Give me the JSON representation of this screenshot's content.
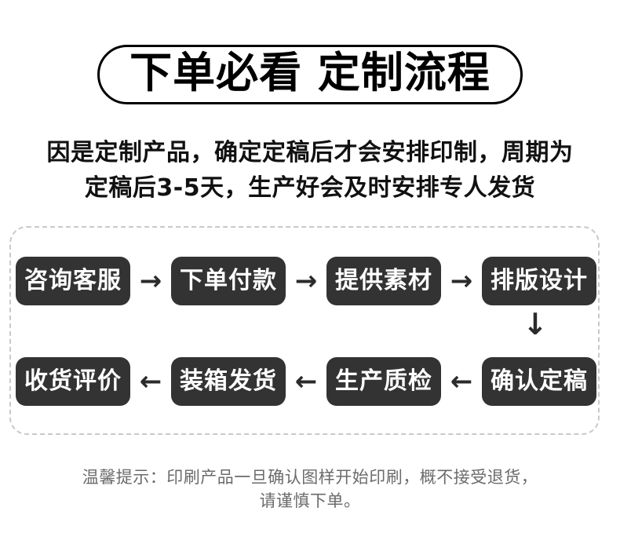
{
  "page": {
    "background_color": "#ffffff",
    "accent_color": "#333333",
    "muted_text_color": "#6b6b6b"
  },
  "header": {
    "title_part_1": "下单必看",
    "title_part_2": "定制流程",
    "title_full": "下单必看 定制流程"
  },
  "intro": {
    "line_1": "因是定制产品，确定定稿后才会安排印制，周期为",
    "line_2": "定稿后3-5天，生产好会及时安排专人发货"
  },
  "flow": {
    "row_top": {
      "steps": [
        {
          "label": "咨询客服"
        },
        {
          "label": "下单付款"
        },
        {
          "label": "提供素材"
        },
        {
          "label": "排版设计"
        }
      ],
      "arrow": "→",
      "arrow_name": "arrow-right-icon"
    },
    "connector": {
      "arrow": "↓",
      "arrow_name": "arrow-down-icon"
    },
    "row_bottom": {
      "steps": [
        {
          "label": "收货评价"
        },
        {
          "label": "装箱发货"
        },
        {
          "label": "生产质检"
        },
        {
          "label": "确认定稿"
        }
      ],
      "arrow": "←",
      "arrow_name": "arrow-left-icon"
    }
  },
  "footnote": {
    "line_1": "温馨提示：印刷产品一旦确认图样开始印刷，概不接受退货，",
    "line_2": "请谨慎下单。"
  }
}
